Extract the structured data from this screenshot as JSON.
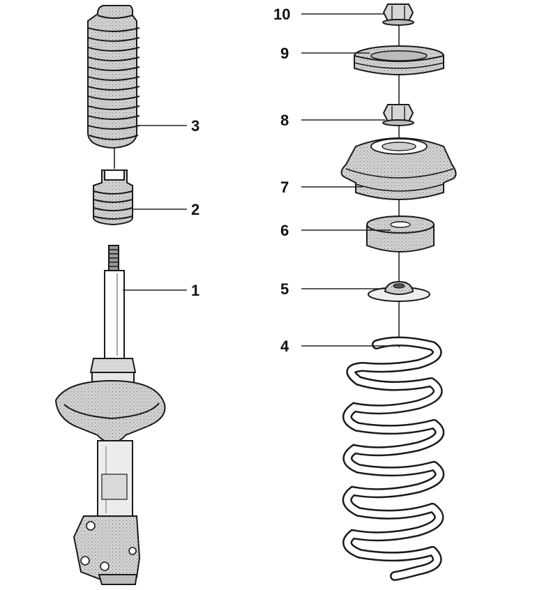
{
  "callouts": {
    "c1": "1",
    "c2": "2",
    "c3": "3",
    "c4": "4",
    "c5": "5",
    "c6": "6",
    "c7": "7",
    "c8": "8",
    "c9": "9",
    "c10": "10"
  },
  "colors": {
    "ink": "#1a1a1a",
    "shade": "#cfcfcf",
    "background": "#ffffff"
  }
}
